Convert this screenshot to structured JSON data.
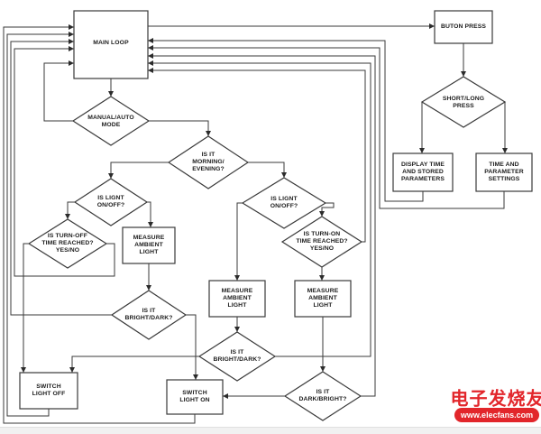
{
  "flowchart": {
    "nodes": {
      "main_loop": {
        "label": "MAIN LOOP"
      },
      "buton_press": {
        "label": "BUTON PRESS"
      },
      "short_long_press": {
        "label": "SHORT/LONG\nPRESS"
      },
      "display_time": {
        "label": "DISPLAY TIME\nAND STORED\nPARAMETERS"
      },
      "time_param": {
        "label": "TIME AND\nPARAMETER\nSETTINGS"
      },
      "manual_auto": {
        "label": "MANUAL/AUTO\nMODE"
      },
      "morning_evening": {
        "label": "IS IT\nMORNING/\nEVENING?"
      },
      "light_onoff_left": {
        "label": "IS LIGNT\nON/OFF?"
      },
      "light_onoff_right": {
        "label": "IS LIGNT\nON/OFF?"
      },
      "turn_off": {
        "label": "IS TURN-OFF\nTIME REACHED?\nYES/NO"
      },
      "turn_on": {
        "label": "IS TURN-ON\nTIME REACHED?\nYES/NO"
      },
      "measure_left": {
        "label": "MEASURE\nAMBIENT\nLIGHT"
      },
      "measure_mid": {
        "label": "MEASURE\nAMBIENT\nLIGHT"
      },
      "measure_right": {
        "label": "MEASURE\nAMBIENT\nLIGHT"
      },
      "bright_dark_left": {
        "label": "IS IT\nBRIGHT/DARK?"
      },
      "bright_dark_mid": {
        "label": "IS IT\nBRIGHT/DARK?"
      },
      "dark_bright": {
        "label": "IS IT\nDARK/BRIGHT?"
      },
      "switch_off": {
        "label": "SWITCH\nLIGHT OFF"
      },
      "switch_on": {
        "label": "SWITCH\nLIGHT ON"
      }
    }
  },
  "watermark": {
    "brand": "电子发烧友",
    "url": "www.elecfans.com",
    "color": "#e2262b"
  }
}
